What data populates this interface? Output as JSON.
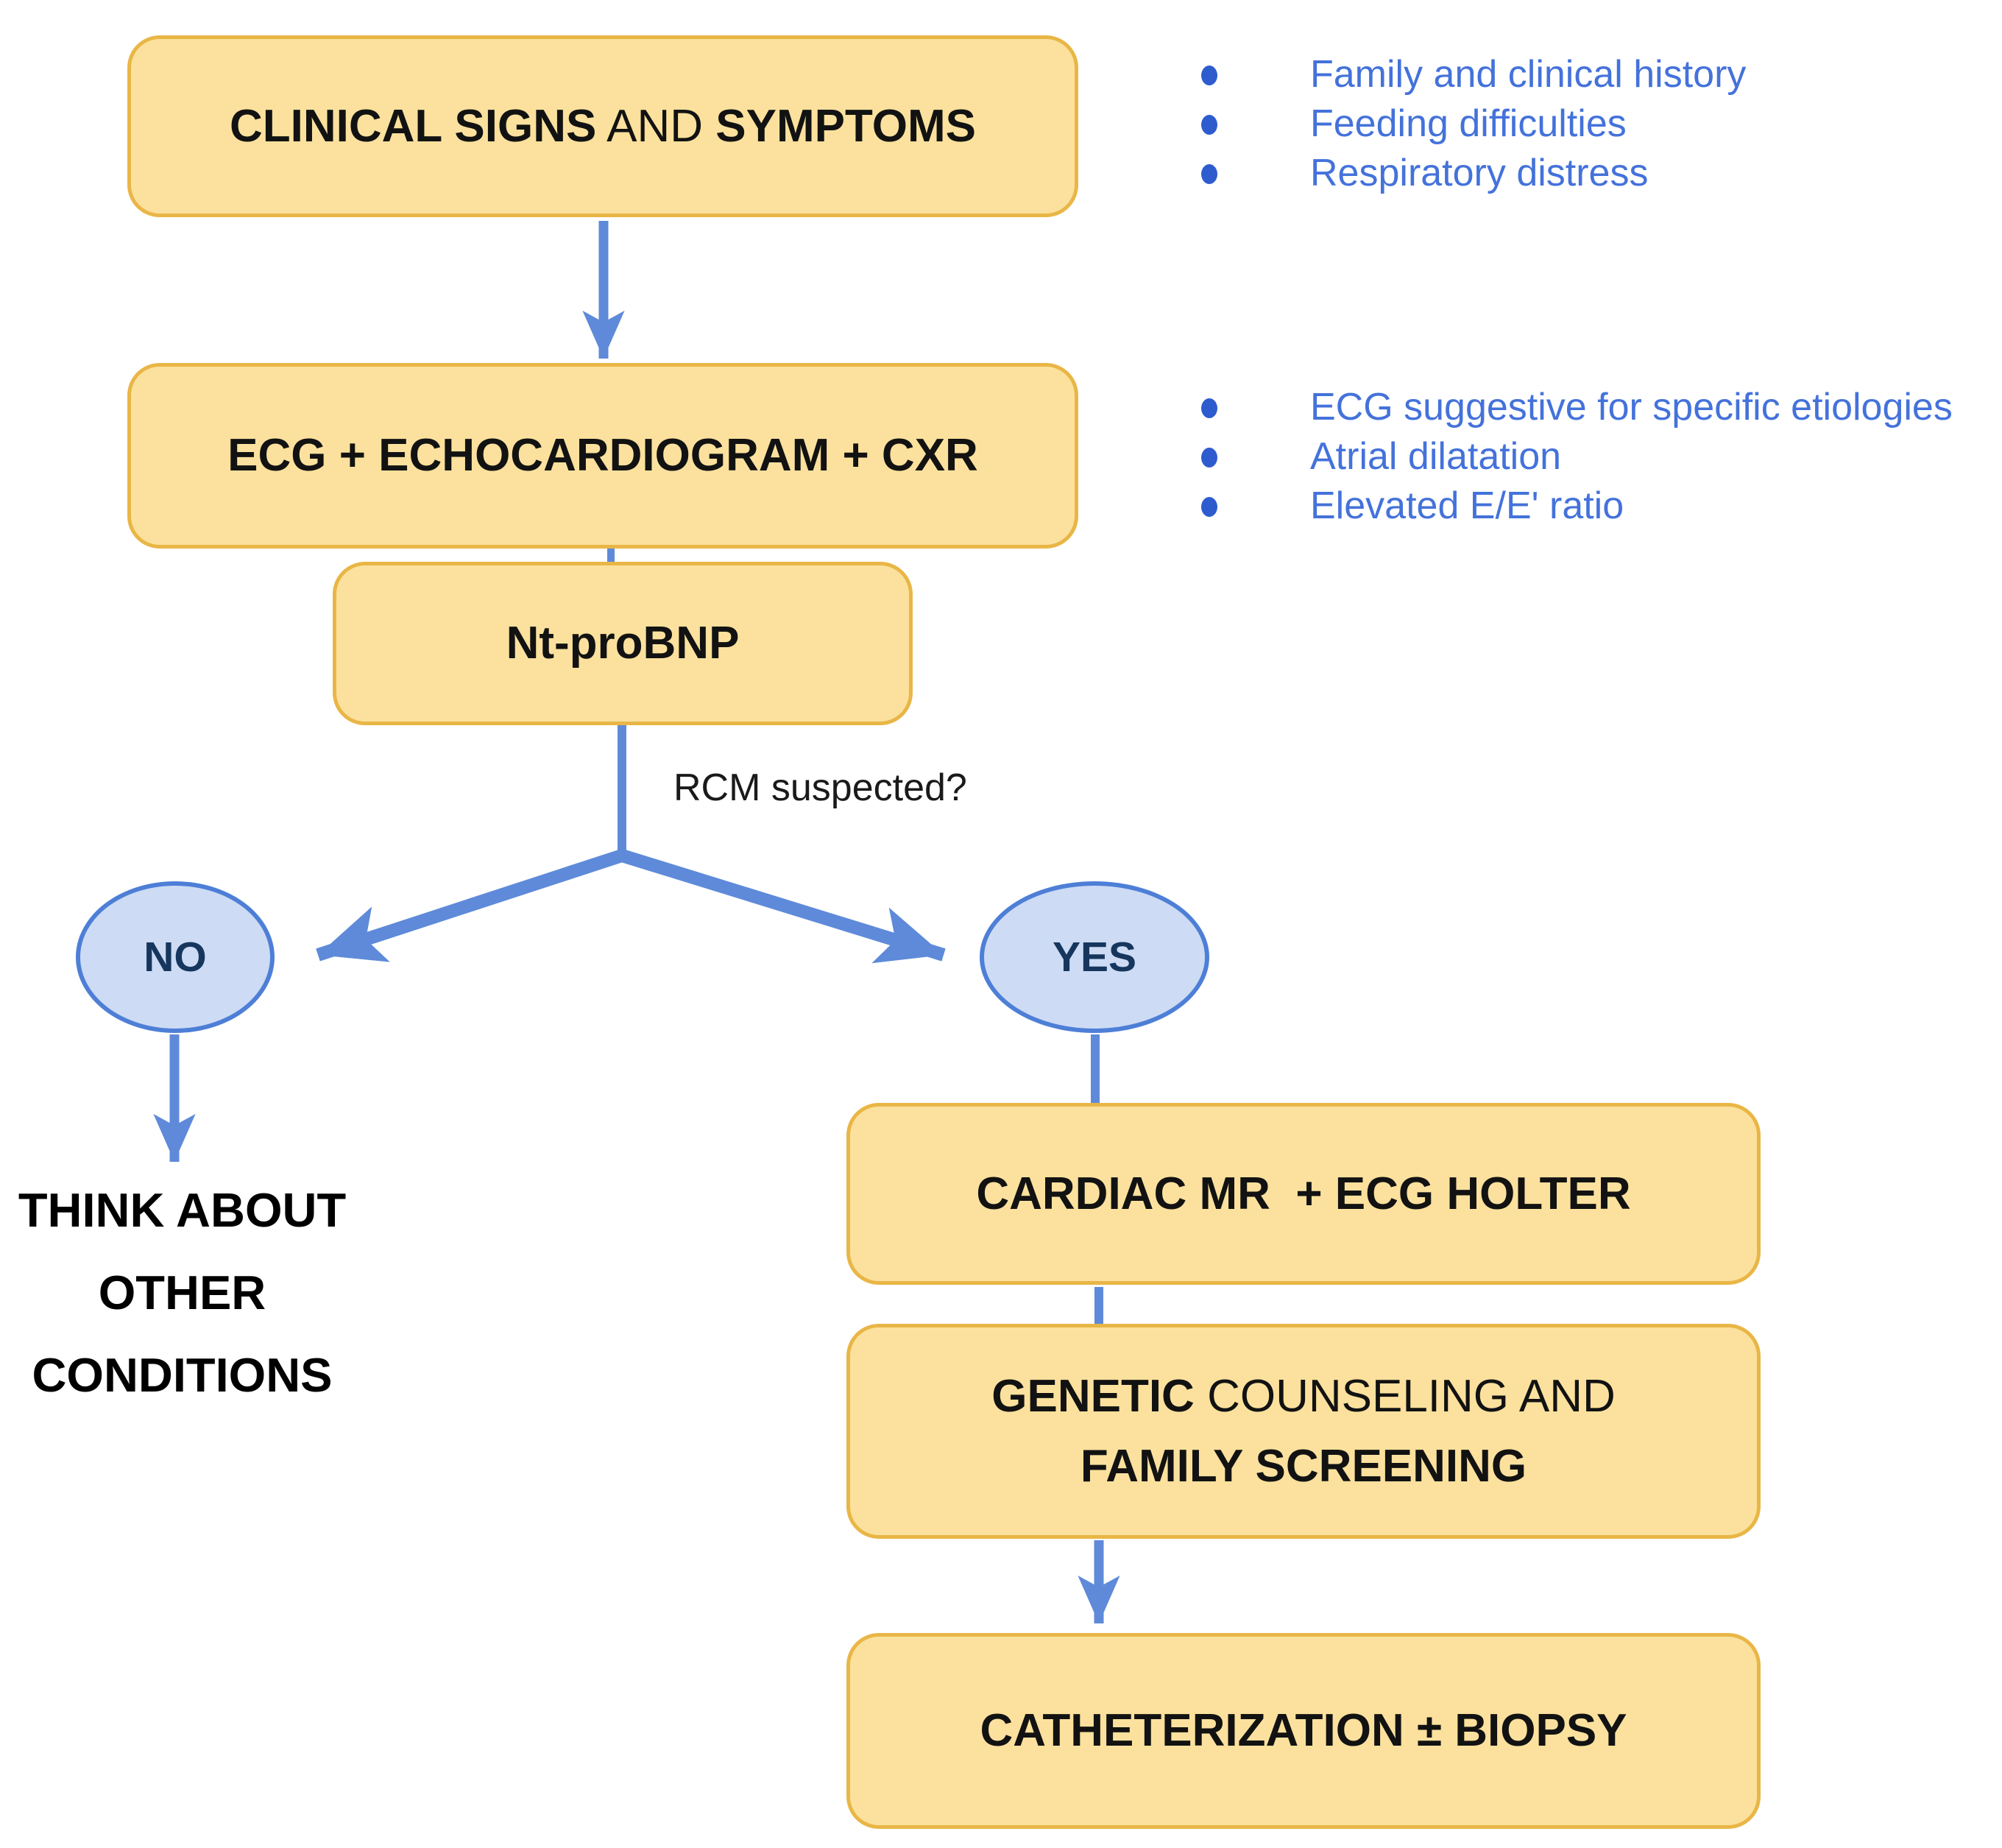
{
  "diagram": {
    "nodes": {
      "clinical_signs": {
        "part_bold_1": "CLINICAL SIGNS",
        "part_regular": " AND ",
        "part_bold_2": "SYMPTOMS"
      },
      "ecg_echo_cxr": {
        "label": "ECG + ECHOCARDIOGRAM + CXR"
      },
      "nt_probnp": {
        "label": "Nt-proBNP"
      },
      "cardiac_mr": {
        "label": "CARDIAC MR  + ECG HOLTER"
      },
      "genetic": {
        "line1_bold": "GENETIC",
        "line1_regular": " COUNSELING AND",
        "line2_bold": "FAMILY SCREENING"
      },
      "catheterization": {
        "label": "CATHETERIZATION ± BIOPSY"
      }
    },
    "decision": {
      "question": "RCM suspected?",
      "no_label": "NO",
      "yes_label": "YES"
    },
    "outcome_no": {
      "line1": "THINK ABOUT",
      "line2": "OTHER",
      "line3": "CONDITIONS"
    },
    "annotations": {
      "clinical_bullets": [
        "Family and clinical history",
        "Feeding difficulties",
        "Respiratory distress"
      ],
      "ecg_bullets": [
        "ECG suggestive for specific etiologies",
        "Atrial dilatation",
        "Elevated E/E' ratio"
      ]
    },
    "colors": {
      "box_fill": "#FBE19D",
      "box_border": "#E9B646",
      "connector_blue": "#5E8AD9",
      "ellipse_fill": "#CDDBF4",
      "ellipse_border": "#4E7FD7",
      "ellipse_text": "#16365D",
      "bullet_text": "#4472DB",
      "bullet_dot": "#2E5CCF",
      "box_text": "#121212"
    }
  }
}
